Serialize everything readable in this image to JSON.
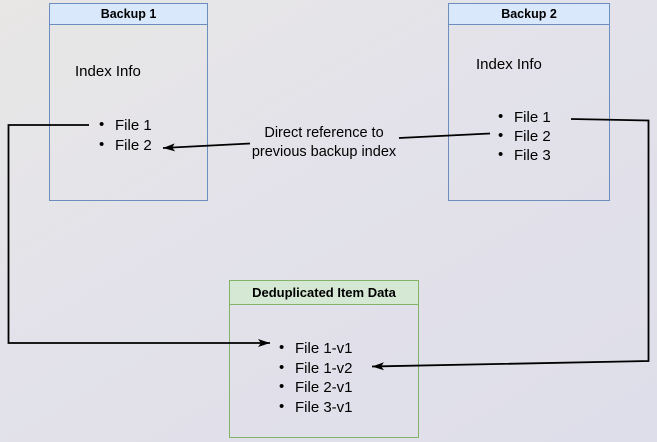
{
  "colors": {
    "blue_fill": "#dae8fc",
    "blue_border": "#6c8ebf",
    "green_fill": "#d5e8d4",
    "green_border": "#82b366",
    "line": "#000000",
    "text": "#000000"
  },
  "backup1": {
    "title": "Backup 1",
    "subtitle": "Index Info",
    "files": [
      "File 1",
      "File 2"
    ]
  },
  "backup2": {
    "title": "Backup 2",
    "subtitle": "Index Info",
    "files": [
      "File 1",
      "File 2",
      "File 3"
    ]
  },
  "dedup": {
    "title": "Deduplicated Item Data",
    "files": [
      "File 1-v1",
      "File 1-v2",
      "File 2-v1",
      "File 3-v1"
    ]
  },
  "annotation": {
    "label": "Direct reference to\nprevious backup index"
  }
}
